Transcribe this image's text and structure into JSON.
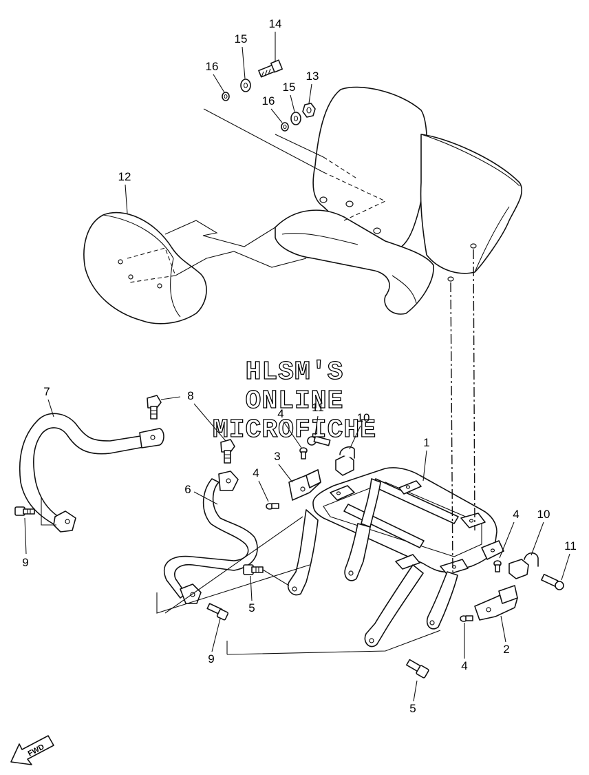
{
  "watermark": {
    "line1": "HLSM'S",
    "line2": "ONLINE",
    "line3": "MICROFICHE"
  },
  "callouts": [
    {
      "id": "c14",
      "label": "14"
    },
    {
      "id": "c15a",
      "label": "15"
    },
    {
      "id": "c16a",
      "label": "16"
    },
    {
      "id": "c13",
      "label": "13"
    },
    {
      "id": "c15b",
      "label": "15"
    },
    {
      "id": "c16b",
      "label": "16"
    },
    {
      "id": "c12",
      "label": "12"
    },
    {
      "id": "c7",
      "label": "7"
    },
    {
      "id": "c8",
      "label": "8"
    },
    {
      "id": "c4a",
      "label": "4"
    },
    {
      "id": "c11a",
      "label": "11"
    },
    {
      "id": "c10a",
      "label": "10"
    },
    {
      "id": "c1",
      "label": "1"
    },
    {
      "id": "c3",
      "label": "3"
    },
    {
      "id": "c4b",
      "label": "4"
    },
    {
      "id": "c6",
      "label": "6"
    },
    {
      "id": "c9a",
      "label": "9"
    },
    {
      "id": "c4c",
      "label": "4"
    },
    {
      "id": "c10b",
      "label": "10"
    },
    {
      "id": "c11b",
      "label": "11"
    },
    {
      "id": "c5a",
      "label": "5"
    },
    {
      "id": "c9b",
      "label": "9"
    },
    {
      "id": "c2",
      "label": "2"
    },
    {
      "id": "c4d",
      "label": "4"
    },
    {
      "id": "c5b",
      "label": "5"
    }
  ],
  "fwd_badge": {
    "label": "FWD"
  }
}
